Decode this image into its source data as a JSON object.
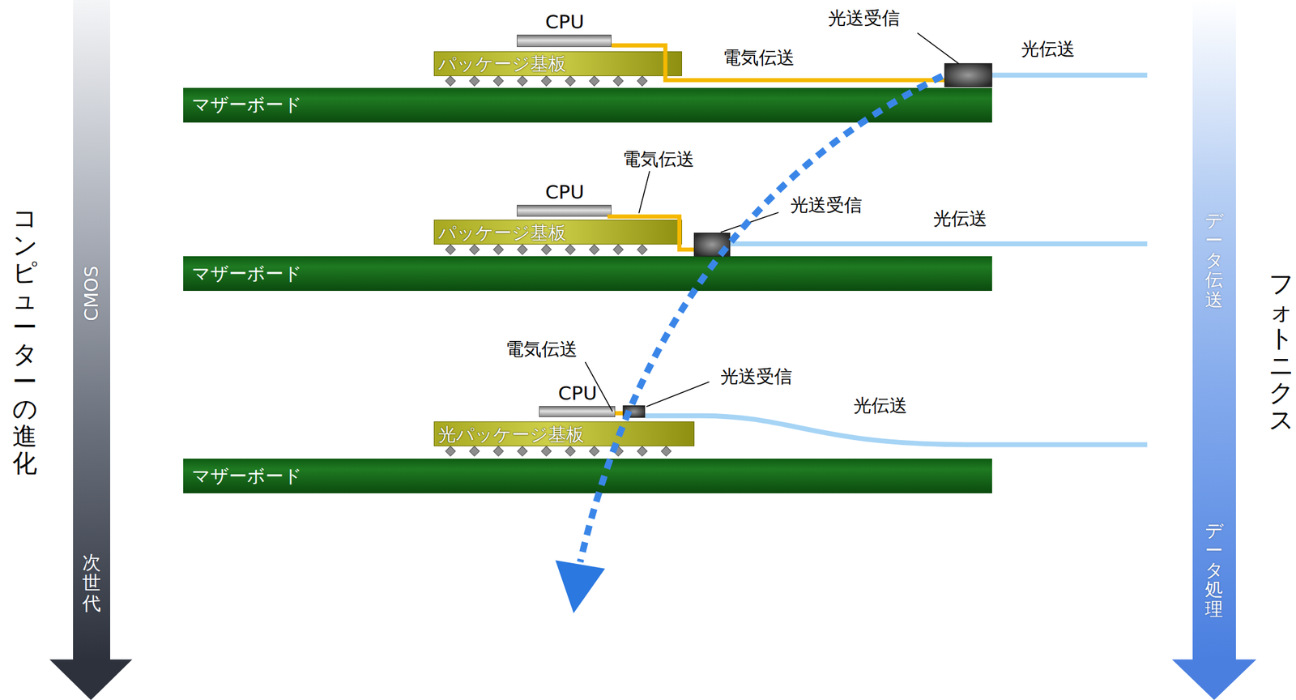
{
  "diagram": {
    "nodes": [
      {
        "text": [
          "CMOS",
          "次世代"
        ]
      },
      {
        "text": [
          "CPU"
        ]
      },
      {
        "text": [
          "パッケージ基板"
        ]
      },
      {
        "text": [
          "マザーボード"
        ]
      },
      {
        "text": [
          "CPU"
        ]
      },
      {
        "text": [
          "パッケージ基板"
        ]
      },
      {
        "text": [
          "マザーボード"
        ]
      },
      {
        "text": [
          "CPU"
        ]
      },
      {
        "text": [
          "光パッケージ基板"
        ]
      },
      {
        "text": [
          "マザーボード"
        ]
      },
      {
        "text": [
          "データ伝送",
          "データ処理"
        ]
      }
    ],
    "labels": [
      "コンピューターの進化",
      "光送受信",
      "電気伝送",
      "光伝送",
      "電気伝送",
      "光送受信",
      "光伝送",
      "電気伝送",
      "光送受信",
      "光伝送",
      "フォトニクス"
    ]
  }
}
